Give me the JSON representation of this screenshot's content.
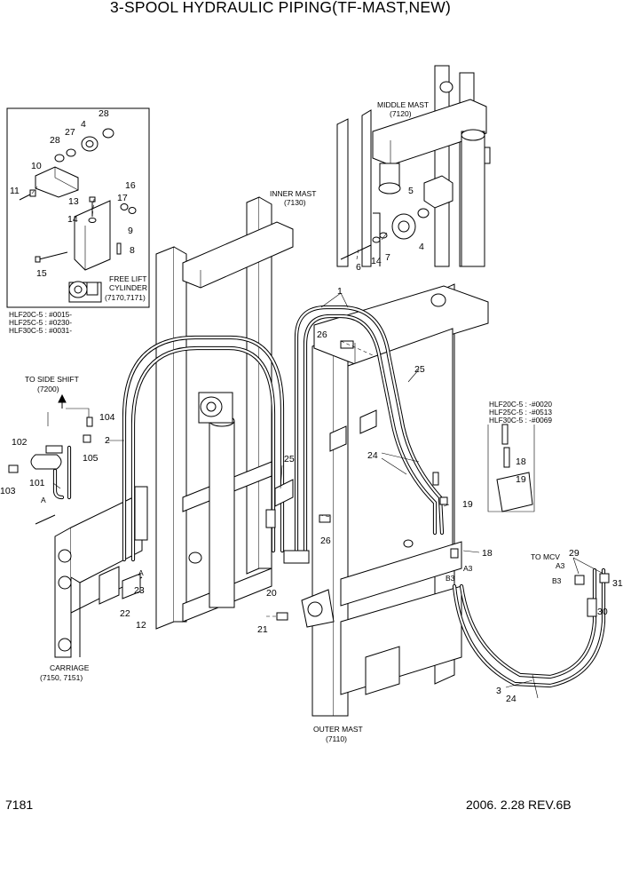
{
  "title": "3-SPOOL HYDRAULIC PIPING(TF-MAST,NEW)",
  "page_number": "7181",
  "revision": "2006. 2.28  REV.6B",
  "labels": {
    "middle_mast": "MIDDLE MAST",
    "middle_mast_no": "(7120)",
    "inner_mast": "INNER MAST",
    "inner_mast_no": "(7130)",
    "outer_mast": "OUTER MAST",
    "outer_mast_no": "(7110)",
    "carriage": "CARRIAGE",
    "carriage_no": "(7150, 7151)",
    "free_lift_1": "FREE LIFT",
    "free_lift_2": "CYLINDER",
    "free_lift_no": "(7170,7171)",
    "side_shift": "TO SIDE SHIFT",
    "side_shift_no": "(7200)",
    "to_mcv": "TO MCV",
    "a_left": "A",
    "a_carriage": "A",
    "port_a3": "A3",
    "port_b3": "B3",
    "port_a3_mcv": "A3",
    "port_b3_mcv": "B3"
  },
  "serials_left": [
    "HLF20C-5 : #0015-",
    "HLF25C-5 : #0230-",
    "HLF30C-5 : #0031-"
  ],
  "serials_right": [
    "HLF20C-5 : -#0020",
    "HLF25C-5 : -#0513",
    "HLF30C-5 : -#0069"
  ],
  "callouts": {
    "c28a": "28",
    "c4a": "4",
    "c27": "27",
    "c28b": "28",
    "c10": "10",
    "c11": "11",
    "c13": "13",
    "c14a": "14",
    "c17": "17",
    "c16": "16",
    "c9": "9",
    "c8": "8",
    "c15": "15",
    "c5": "5",
    "c7": "7",
    "c4b": "4",
    "c6": "6",
    "c14b": "14",
    "c1": "1",
    "c26a": "26",
    "c25a": "25",
    "c24a": "24",
    "c18a": "18",
    "c19a": "19",
    "c19b": "19",
    "c18b": "18",
    "c29": "29",
    "c31": "31",
    "c30": "30",
    "c3": "3",
    "c24b": "24",
    "c104": "104",
    "c102": "102",
    "c105": "105",
    "c101": "101",
    "c103": "103",
    "c2": "2",
    "c25b": "25",
    "c26b": "26",
    "c20": "20",
    "c21": "21",
    "c22": "22",
    "c23": "23",
    "c12": "12"
  }
}
